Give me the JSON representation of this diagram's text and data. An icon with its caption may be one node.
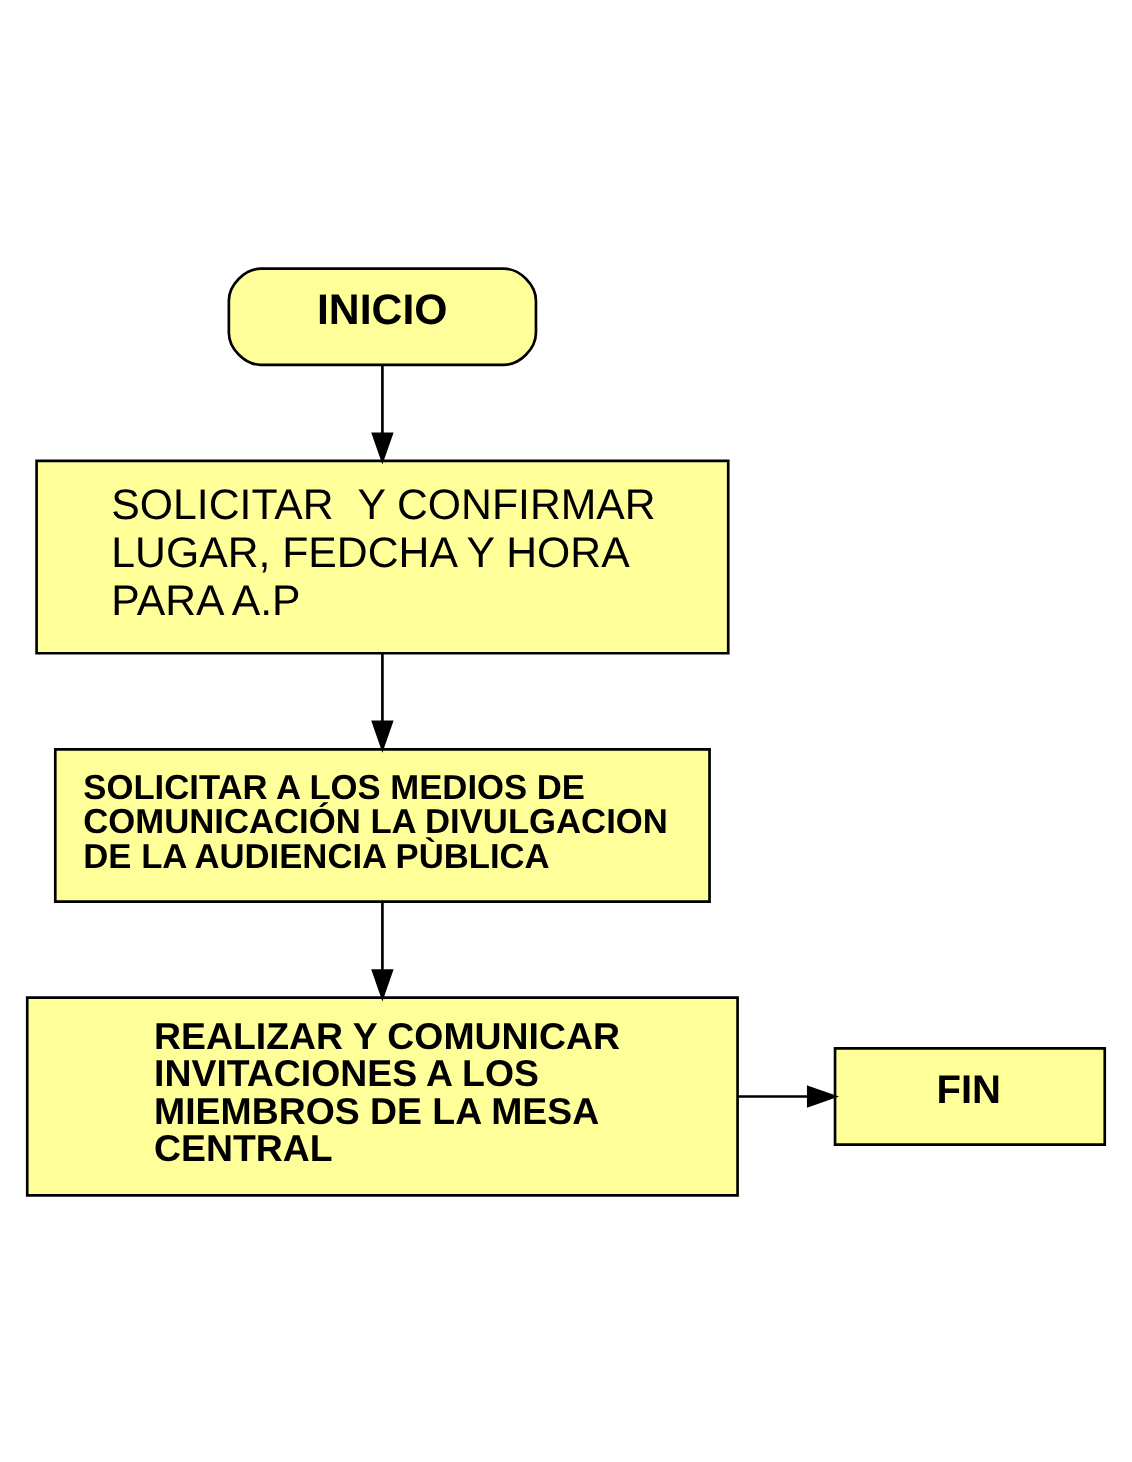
{
  "diagram": {
    "nodes": [
      {
        "text": [
          "INICIO"
        ]
      },
      {
        "text": [
          "SOLICITAR  Y CONFIRMAR LUGAR, FEDCHA Y HORA PARA A.P"
        ]
      },
      {
        "text": [
          "SOLICITAR A LOS MEDIOS DE COMUNICACIÓN LA DIVULGACION DE LA AUDIENCIA PÙBLICA"
        ]
      },
      {
        "text": [
          "REALIZAR Y COMUNICAR INVITACIONES A LOS MIEMBROS DE LA MESA CENTRAL"
        ]
      },
      {
        "text": [
          "FIN"
        ]
      }
    ],
    "edges": [
      {
        "from": 0,
        "to": 1,
        "arrow": "to"
      },
      {
        "from": 1,
        "to": 2,
        "arrow": "to"
      },
      {
        "from": 2,
        "to": 3,
        "arrow": "to"
      },
      {
        "from": 3,
        "to": 4,
        "arrow": "to"
      }
    ]
  }
}
